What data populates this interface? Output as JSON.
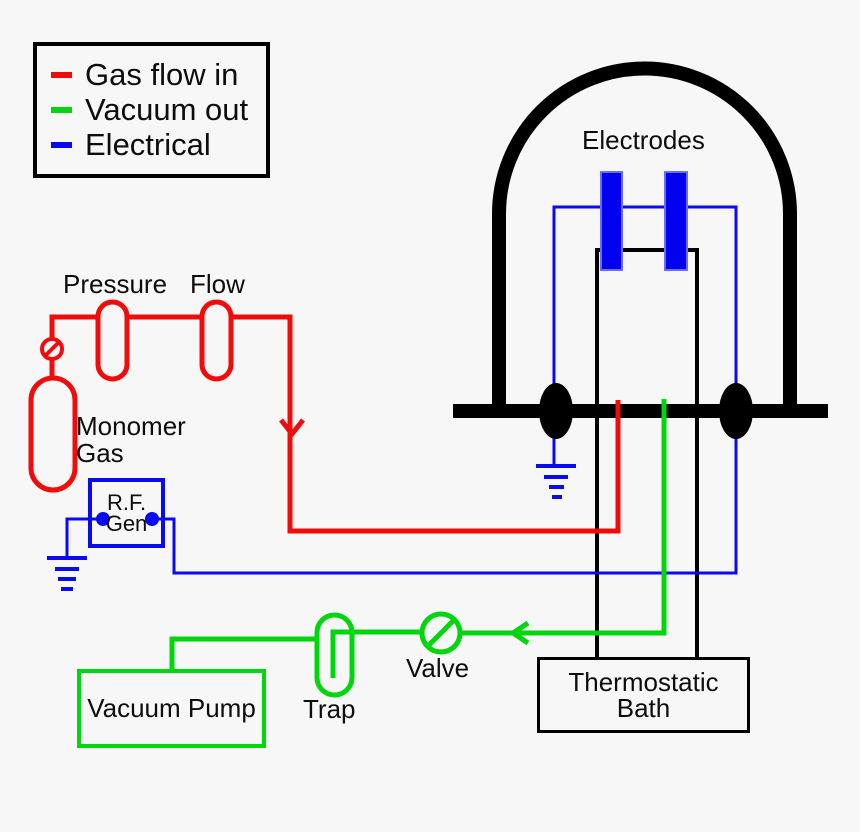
{
  "legend": {
    "items": [
      {
        "label": "Gas flow in",
        "color": "#f10c0c"
      },
      {
        "label": "Vacuum out",
        "color": "#00d60c"
      },
      {
        "label": "Electrical",
        "color": "#0a0af0"
      }
    ]
  },
  "components": {
    "electrodes": "Electrodes",
    "pressure": "Pressure",
    "flow": "Flow",
    "monomer_gas": {
      "line1": "Monomer",
      "line2": "Gas"
    },
    "rf_gen": {
      "line1": "R.F.",
      "line2": "Gen"
    },
    "vacuum_pump": "Vacuum Pump",
    "trap": "Trap",
    "valve": "Valve",
    "thermostatic_bath": {
      "line1": "Thermostatic",
      "line2": "Bath"
    }
  }
}
